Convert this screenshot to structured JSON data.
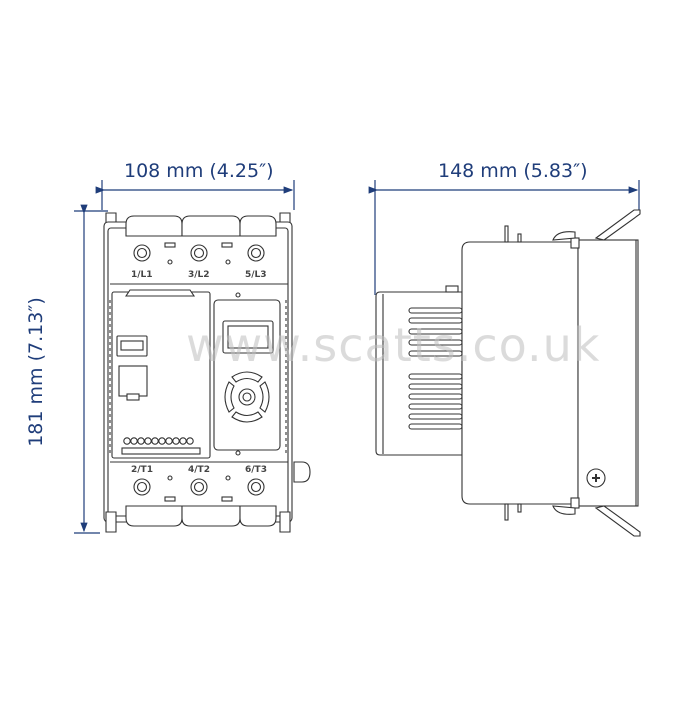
{
  "dimensions": {
    "width": {
      "label": "108 mm (4.25″)",
      "value_mm": 108,
      "value_in": 4.25
    },
    "depth": {
      "label": "148 mm (5.83″)",
      "value_mm": 148,
      "value_in": 5.83
    },
    "height": {
      "label": "181 mm (7.13″)",
      "value_mm": 181,
      "value_in": 7.13
    }
  },
  "front_view": {
    "line_terminals": [
      "1/L1",
      "3/L2",
      "5/L3"
    ],
    "load_terminals": [
      "2/T1",
      "4/T2",
      "6/T3"
    ]
  },
  "watermark": "www.scatts.co.uk",
  "colors": {
    "dimension": "#1f3d7a",
    "drawing": "#333333",
    "watermark": "#c8c8c8"
  }
}
